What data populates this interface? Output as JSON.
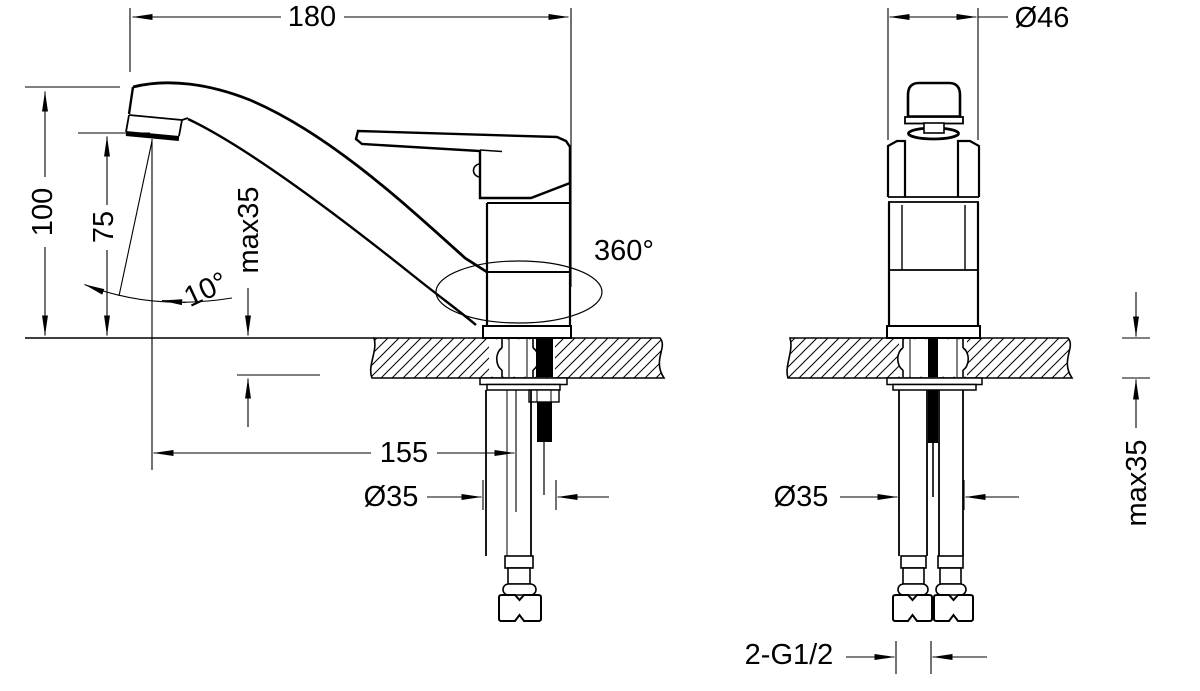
{
  "drawing": {
    "background": "#ffffff",
    "line_color": "#000000",
    "side_view": {
      "spout_reach": "180",
      "total_height": "100",
      "spout_height": "75",
      "max_deck_thickness": "max35",
      "spout_angle": "10°",
      "swivel_angle": "360°",
      "spout_tip_to_axis": "155",
      "mounting_hole_dia": "Ø35"
    },
    "front_view": {
      "body_width_dia": "Ø46",
      "mounting_hole_dia": "Ø35",
      "max_deck_thickness": "max35",
      "supply_connection": "2-G1/2"
    }
  }
}
